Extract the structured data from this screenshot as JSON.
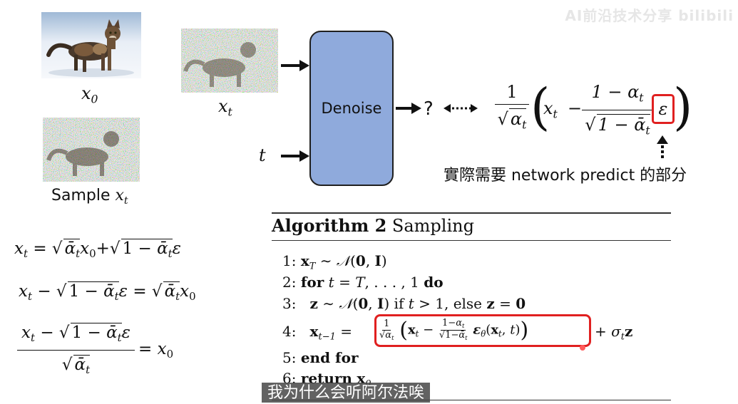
{
  "watermark": "AI前沿技术分享 bilibili",
  "images": {
    "x0_label": "x",
    "x0_sub": "0",
    "xt_label": "x",
    "xt_sub": "t",
    "sample_text": "Sample ",
    "sample_var": "x",
    "sample_sub": "t"
  },
  "diagram": {
    "denoise_label": "Denoise",
    "t_label": "t",
    "question": "?",
    "epsilon": "ε",
    "note": "實際需要 network predict 的部分"
  },
  "formula_right": {
    "one": "1",
    "alpha_t": "α",
    "sub_t": "t",
    "x": "x",
    "minus": "−",
    "one_minus_alpha": "1 − α",
    "one_minus_alphabar": "1 − ᾱ",
    "epsilon": "ε"
  },
  "left_equations": {
    "eq1": "x_t = √ᾱ_t x_0 + √(1 − ᾱ_t) ε",
    "eq2": "x_t − √(1 − ᾱ_t) ε = √ᾱ_t x_0",
    "eq3_num": "x_t − √(1 − ᾱ_t) ε",
    "eq3_den": "√ᾱ_t",
    "eq3_rhs": "= x_0"
  },
  "algorithm": {
    "title_bold": "Algorithm 2",
    "title_rest": " Sampling",
    "lines": [
      "1:",
      "2:",
      "3:",
      "4:",
      "5:",
      "6:"
    ],
    "line5": "end for",
    "line6_kw": "return",
    "line2_for": "for",
    "line2_do": "do",
    "line3_if": "if",
    "line3_else": "else"
  },
  "subtitle": "我为什么会听阿尔法唉"
}
